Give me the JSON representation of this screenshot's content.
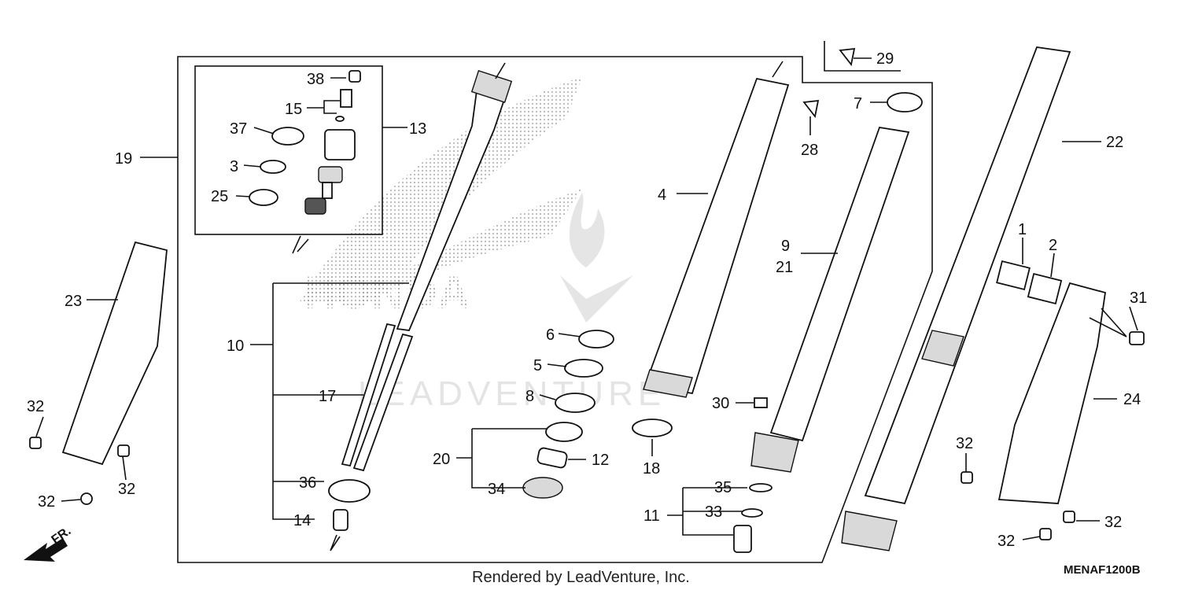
{
  "diagram_code": "MENAF1200B",
  "credit": "Rendered by LeadVenture, Inc.",
  "watermark": {
    "brand": "HONDA",
    "vendor": "LEADVENTURE"
  },
  "direction_label": "FR.",
  "callouts": {
    "c1": "1",
    "c2": "2",
    "c3": "3",
    "c4": "4",
    "c5": "5",
    "c6": "6",
    "c7": "7",
    "c8": "8",
    "c9": "9",
    "c10": "10",
    "c11": "11",
    "c12": "12",
    "c13": "13",
    "c14": "14",
    "c15": "15",
    "c17": "17",
    "c18": "18",
    "c19": "19",
    "c20": "20",
    "c21": "21",
    "c22": "22",
    "c23": "23",
    "c24": "24",
    "c25": "25",
    "c28": "28",
    "c29": "29",
    "c30": "30",
    "c31": "31",
    "c32a": "32",
    "c32b": "32",
    "c32c": "32",
    "c32d": "32",
    "c32e": "32",
    "c32f": "32",
    "c33": "33",
    "c34": "34",
    "c35": "35",
    "c36": "36",
    "c37": "37",
    "c38": "38"
  },
  "colors": {
    "line": "#111111",
    "watermark": "#d0d0d0",
    "background": "#ffffff"
  }
}
